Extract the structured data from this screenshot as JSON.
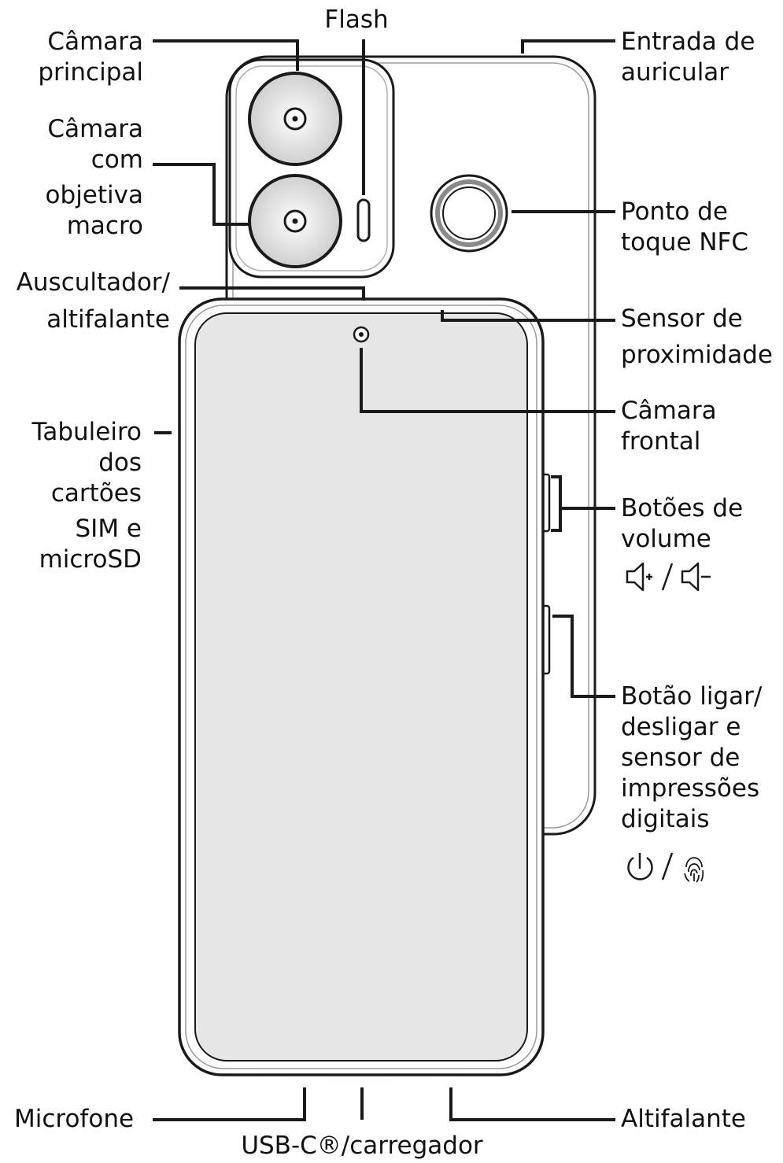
{
  "colors": {
    "ink": "#1a1a1a",
    "screen_fill": "#e6e6e6",
    "lens_fill": "#d8d8d8",
    "body_fill": "#ffffff",
    "shadow": "#888888"
  },
  "labels": {
    "flash": "Flash",
    "main_camera": [
      "Câmara",
      "principal"
    ],
    "macro_camera": [
      "Câmara",
      "com",
      "objetiva",
      "macro"
    ],
    "earpiece": [
      "Auscultador/",
      "altifalante"
    ],
    "sim_tray": [
      "Tabuleiro",
      "dos",
      "cartões",
      "SIM e",
      "microSD"
    ],
    "microphone": "Microfone",
    "usb": "USB-C®/carregador",
    "headset_jack": [
      "Entrada de",
      "auricular"
    ],
    "nfc": [
      "Ponto de",
      "toque NFC"
    ],
    "proximity": [
      "Sensor de",
      "proximidade"
    ],
    "front_camera": [
      "Câmara",
      "frontal"
    ],
    "volume": [
      "Botões de",
      "volume"
    ],
    "power": [
      "Botão ligar/",
      "desligar e",
      "sensor de",
      "impressões",
      "digitais"
    ],
    "speaker": "Altifalante"
  },
  "icons": {
    "volume_icons": [
      "volume-up-icon",
      "volume-down-icon"
    ],
    "power_icons": [
      "power-icon",
      "fingerprint-icon"
    ]
  }
}
